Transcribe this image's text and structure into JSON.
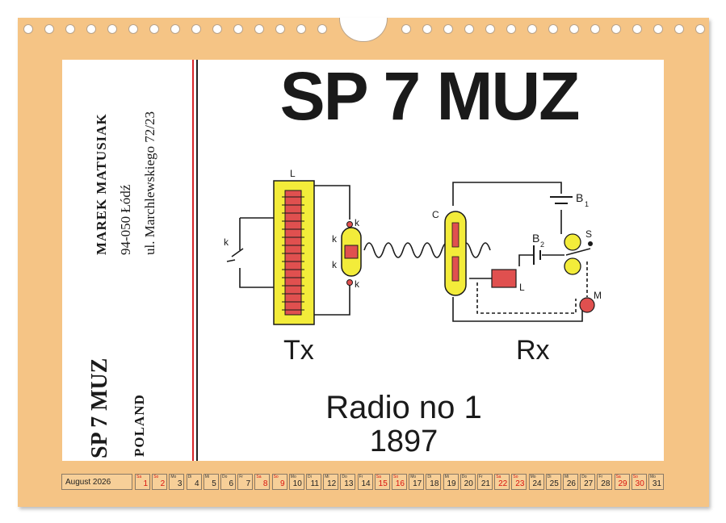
{
  "card": {
    "callsign": "SP 7 MUZ",
    "name": "MAREK MATUSIAK",
    "city": "94-050 Łódź",
    "street": "ul. Marchlewskiego 72/23",
    "side_callsign": "SP 7 MUZ",
    "country": "POLAND",
    "caption_line1": "Radio no 1",
    "caption_line2": "1897"
  },
  "diagram": {
    "tx_label": "Tx",
    "rx_label": "Rx",
    "coil_label": "L",
    "key_label": "k",
    "coherer_label": "C",
    "battery1_label": "B",
    "battery1_sub": "1",
    "battery2_label": "B",
    "battery2_sub": "2",
    "relay_label": "L",
    "switch_label": "S",
    "meter_label": "M"
  },
  "calendar": {
    "month_label": "August 2026",
    "days": [
      {
        "n": "1",
        "w": "Sa",
        "we": true
      },
      {
        "n": "2",
        "w": "So",
        "we": true
      },
      {
        "n": "3",
        "w": "Mo",
        "we": false
      },
      {
        "n": "4",
        "w": "Di",
        "we": false
      },
      {
        "n": "5",
        "w": "Mi",
        "we": false
      },
      {
        "n": "6",
        "w": "Do",
        "we": false
      },
      {
        "n": "7",
        "w": "Fr",
        "we": false
      },
      {
        "n": "8",
        "w": "Sa",
        "we": true
      },
      {
        "n": "9",
        "w": "So",
        "we": true
      },
      {
        "n": "10",
        "w": "Mo",
        "we": false
      },
      {
        "n": "11",
        "w": "Di",
        "we": false
      },
      {
        "n": "12",
        "w": "Mi",
        "we": false
      },
      {
        "n": "13",
        "w": "Do",
        "we": false
      },
      {
        "n": "14",
        "w": "Fr",
        "we": false
      },
      {
        "n": "15",
        "w": "Sa",
        "we": true
      },
      {
        "n": "16",
        "w": "So",
        "we": true
      },
      {
        "n": "17",
        "w": "Mo",
        "we": false
      },
      {
        "n": "18",
        "w": "Di",
        "we": false
      },
      {
        "n": "19",
        "w": "Mi",
        "we": false
      },
      {
        "n": "20",
        "w": "Do",
        "we": false
      },
      {
        "n": "21",
        "w": "Fr",
        "we": false
      },
      {
        "n": "22",
        "w": "Sa",
        "we": true
      },
      {
        "n": "23",
        "w": "So",
        "we": true
      },
      {
        "n": "24",
        "w": "Mo",
        "we": false
      },
      {
        "n": "25",
        "w": "Di",
        "we": false
      },
      {
        "n": "26",
        "w": "Mi",
        "we": false
      },
      {
        "n": "27",
        "w": "Do",
        "we": false
      },
      {
        "n": "28",
        "w": "Fr",
        "we": false
      },
      {
        "n": "29",
        "w": "Sa",
        "we": true
      },
      {
        "n": "30",
        "w": "So",
        "we": true
      },
      {
        "n": "31",
        "w": "Mo",
        "we": false
      }
    ]
  },
  "colors": {
    "board": "#f5c485",
    "weekend_text": "#d8140f",
    "coil_yellow": "#f3ec3a",
    "coil_red": "#e0504f"
  }
}
